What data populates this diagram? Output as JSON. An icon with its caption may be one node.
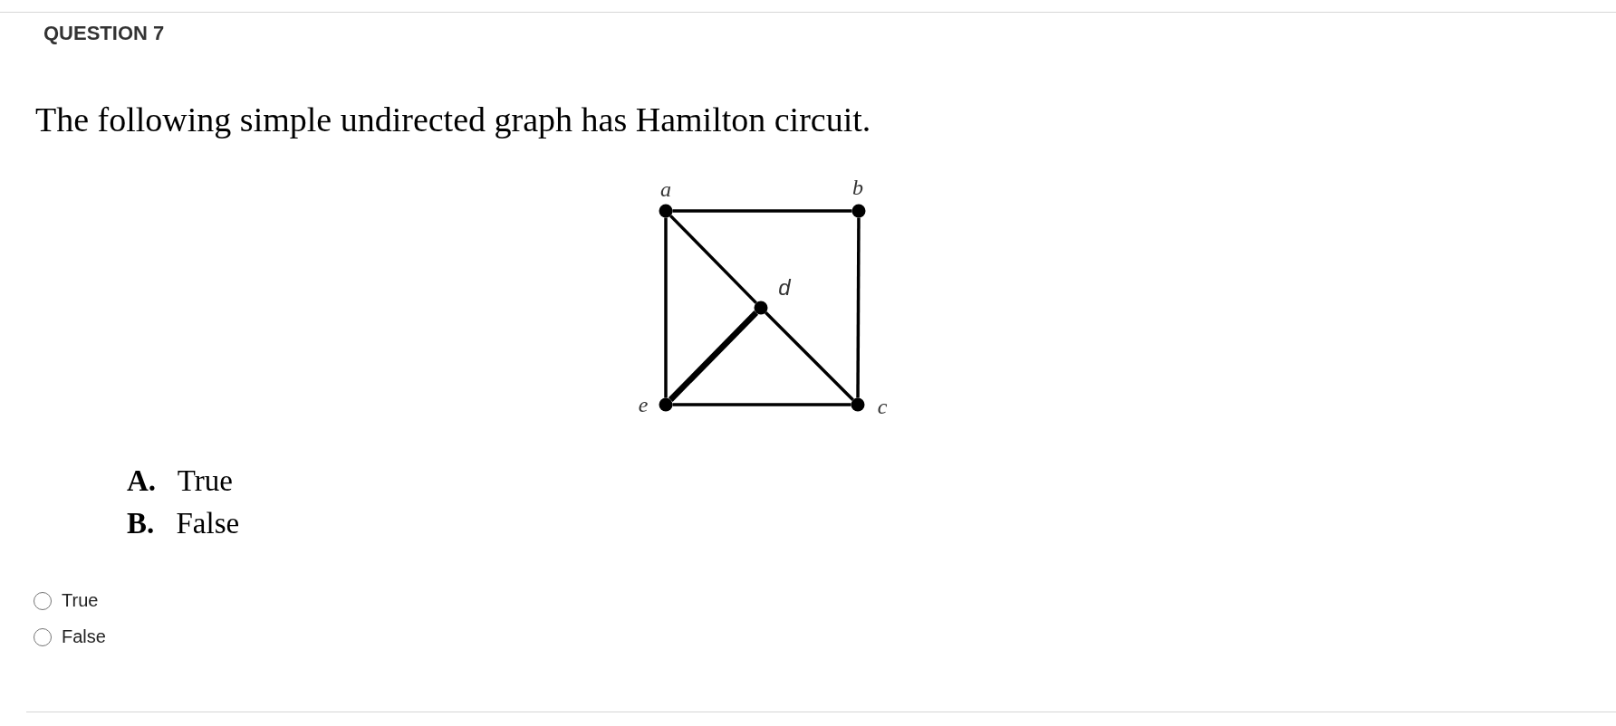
{
  "diagram": {
    "title": "QUESTION 7",
    "nodes": [
      {
        "text": [],
        "shape": "circle",
        "beside": [
          "a"
        ]
      },
      {
        "text": [],
        "shape": "circle",
        "beside": [
          "b"
        ]
      },
      {
        "text": [],
        "shape": "circle",
        "beside": [
          "d"
        ]
      },
      {
        "text": [],
        "shape": "circle",
        "beside": [
          "e"
        ]
      },
      {
        "text": [],
        "shape": "circle",
        "beside": [
          "c"
        ]
      }
    ],
    "edges": [
      {
        "from": 0,
        "to": 1,
        "arrow": "none"
      },
      {
        "from": 0,
        "to": 3,
        "arrow": "none"
      },
      {
        "from": 0,
        "to": 2,
        "arrow": "none"
      },
      {
        "from": 1,
        "to": 4,
        "arrow": "none"
      },
      {
        "from": 2,
        "to": 4,
        "arrow": "none"
      },
      {
        "from": 3,
        "to": 2,
        "arrow": "none",
        "style": "thick"
      },
      {
        "from": 3,
        "to": 4,
        "arrow": "none"
      }
    ],
    "labels": [
      "The following simple undirected graph has Hamilton circuit.",
      "**A.** True",
      "**B.** False",
      "True",
      "False"
    ]
  }
}
